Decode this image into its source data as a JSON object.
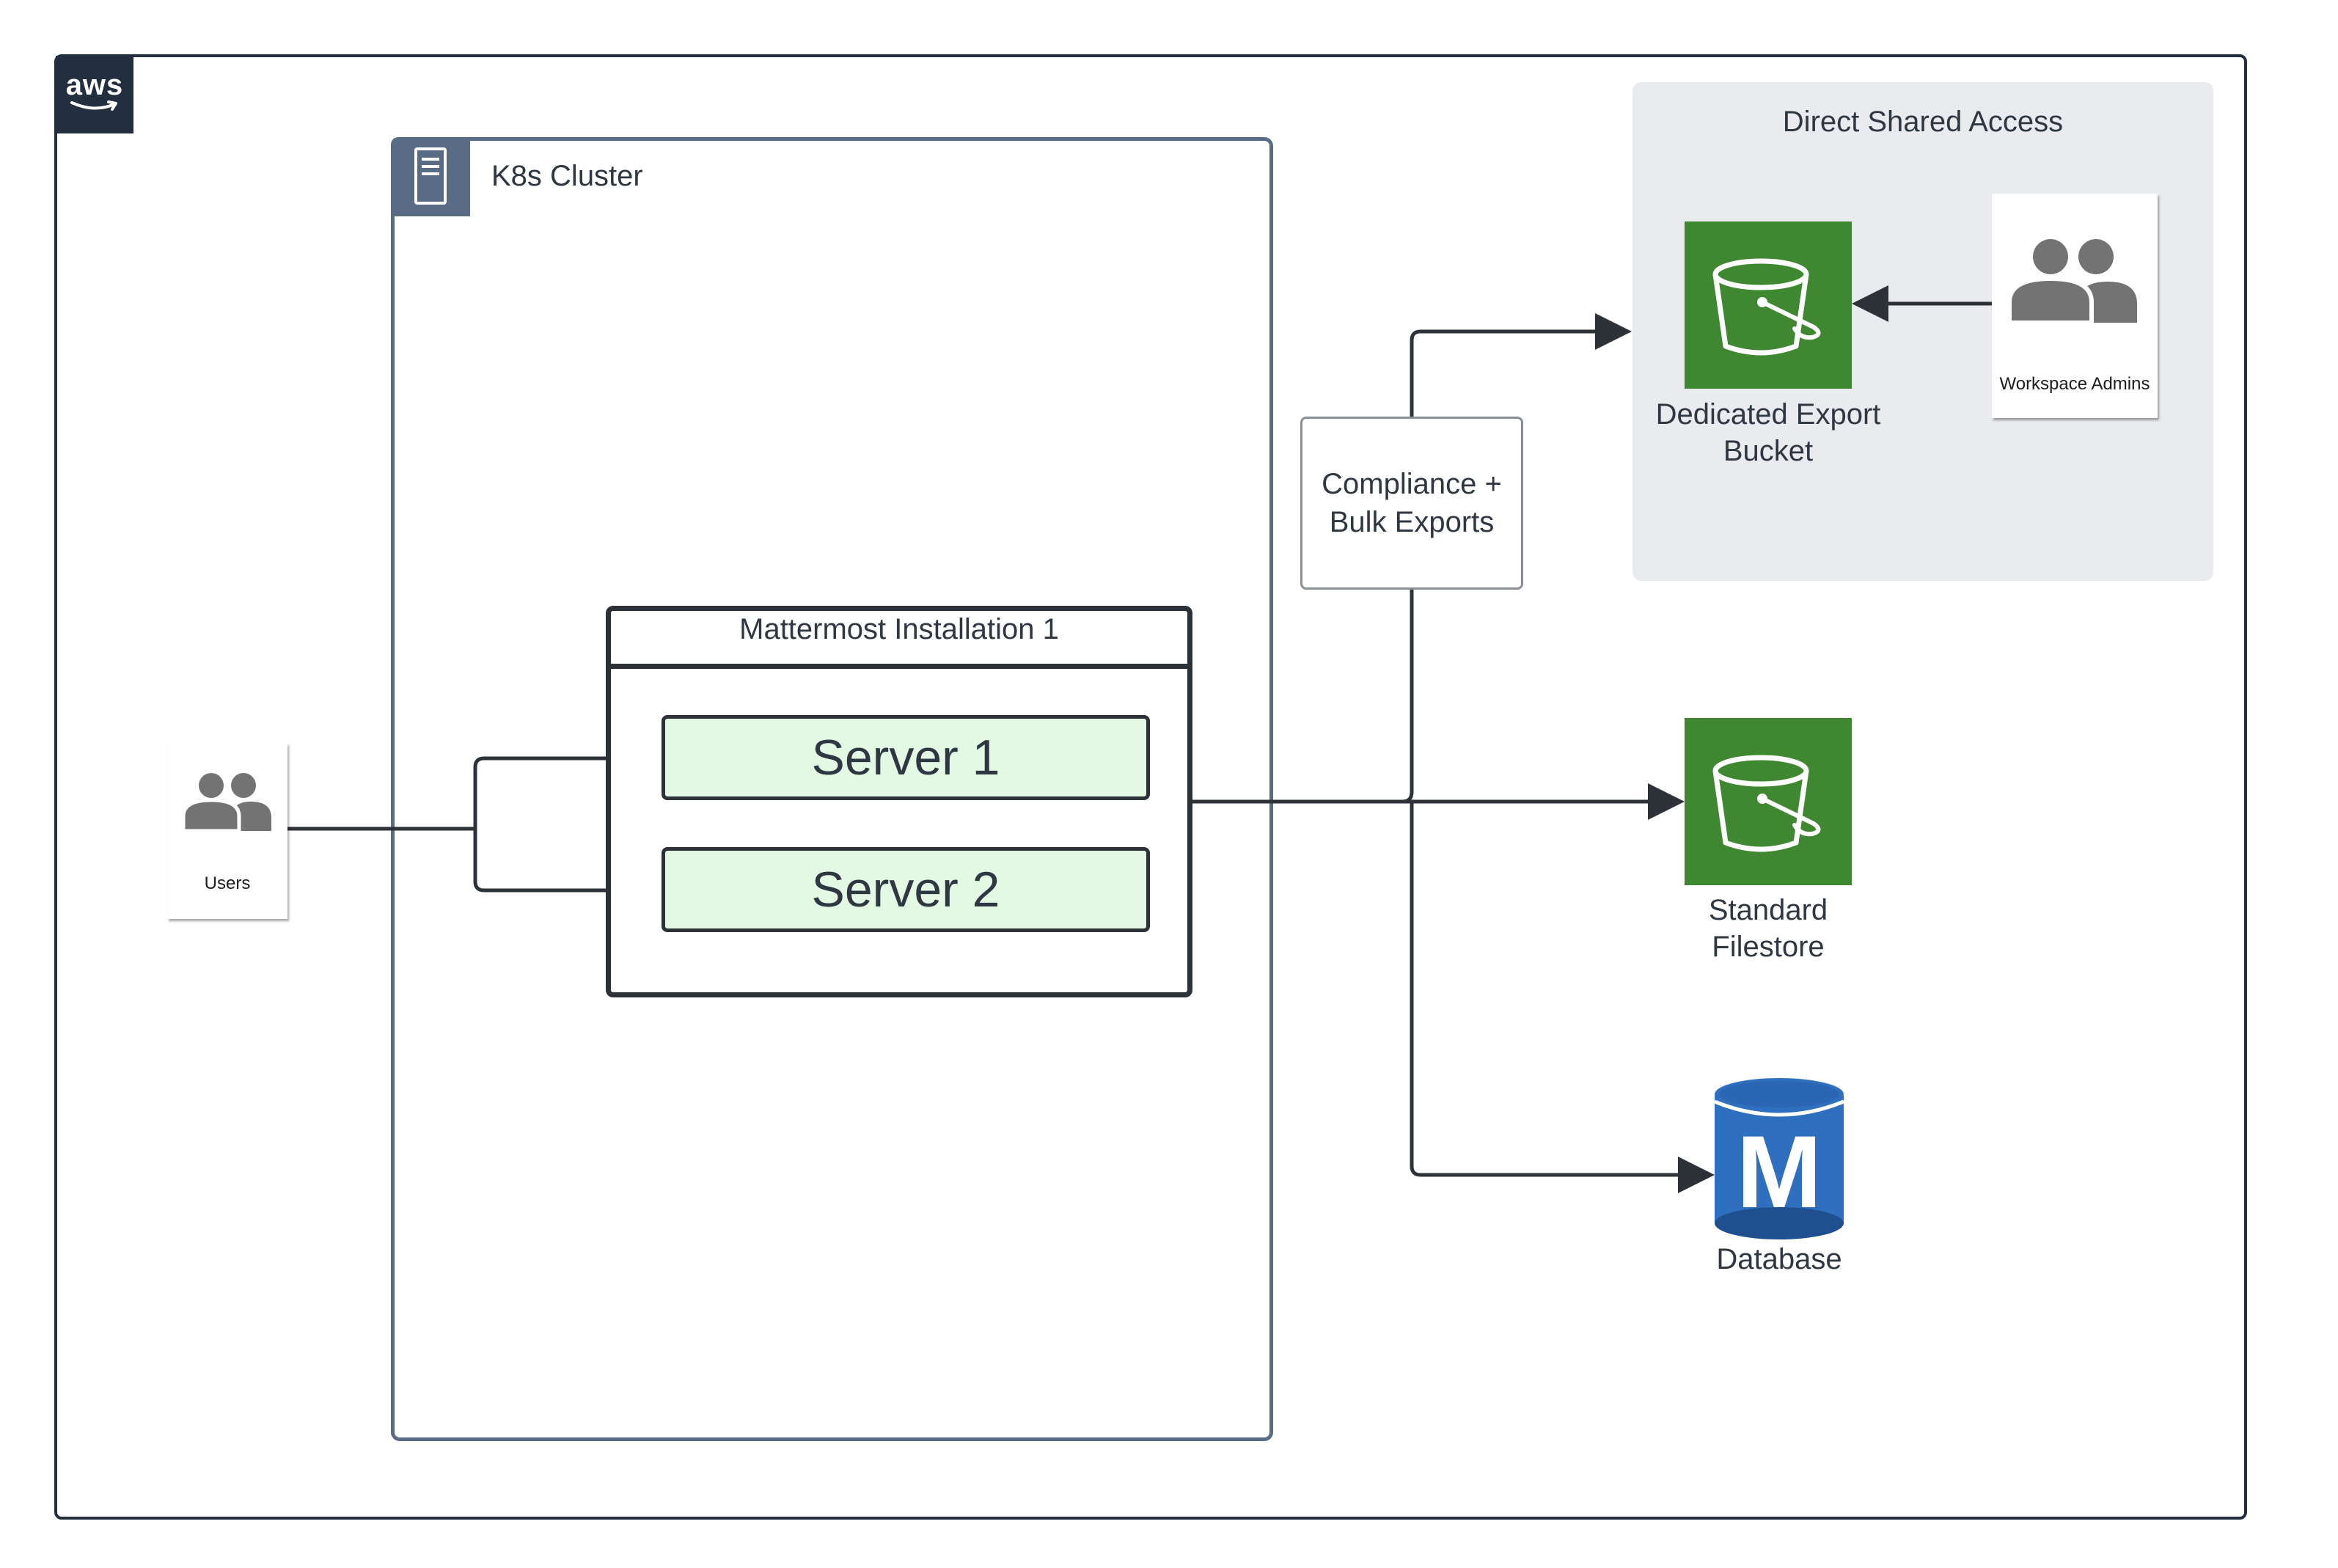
{
  "aws": {
    "logo_text": "aws"
  },
  "k8s_cluster": {
    "label": "K8s Cluster",
    "icon": "server-rack-icon"
  },
  "installation": {
    "label": "Mattermost Installation 1",
    "servers": [
      {
        "label": "Server 1"
      },
      {
        "label": "Server 2"
      }
    ]
  },
  "users": {
    "label": "Users",
    "icon": "users-group-icon"
  },
  "direct_shared_access": {
    "label": "Direct Shared Access",
    "dedicated_bucket": {
      "label_line1": "Dedicated Export",
      "label_line2": "Bucket",
      "icon": "s3-bucket-icon"
    },
    "workspace_admins": {
      "label": "Workspace Admins",
      "icon": "users-group-icon"
    }
  },
  "compliance": {
    "line1": "Compliance +",
    "line2": "Bulk Exports"
  },
  "standard_filestore": {
    "label_line1": "Standard",
    "label_line2": "Filestore",
    "icon": "s3-bucket-icon"
  },
  "database": {
    "label": "Database",
    "letter": "M",
    "icon": "database-cylinder-icon"
  },
  "colors": {
    "aws_dark": "#232f3e",
    "cluster_border": "#5a6b86",
    "server_fill": "#e3f9e3",
    "bucket_green": "#3f8731",
    "db_blue": "#2e6fbf",
    "shared_bg": "#e9ebef"
  }
}
